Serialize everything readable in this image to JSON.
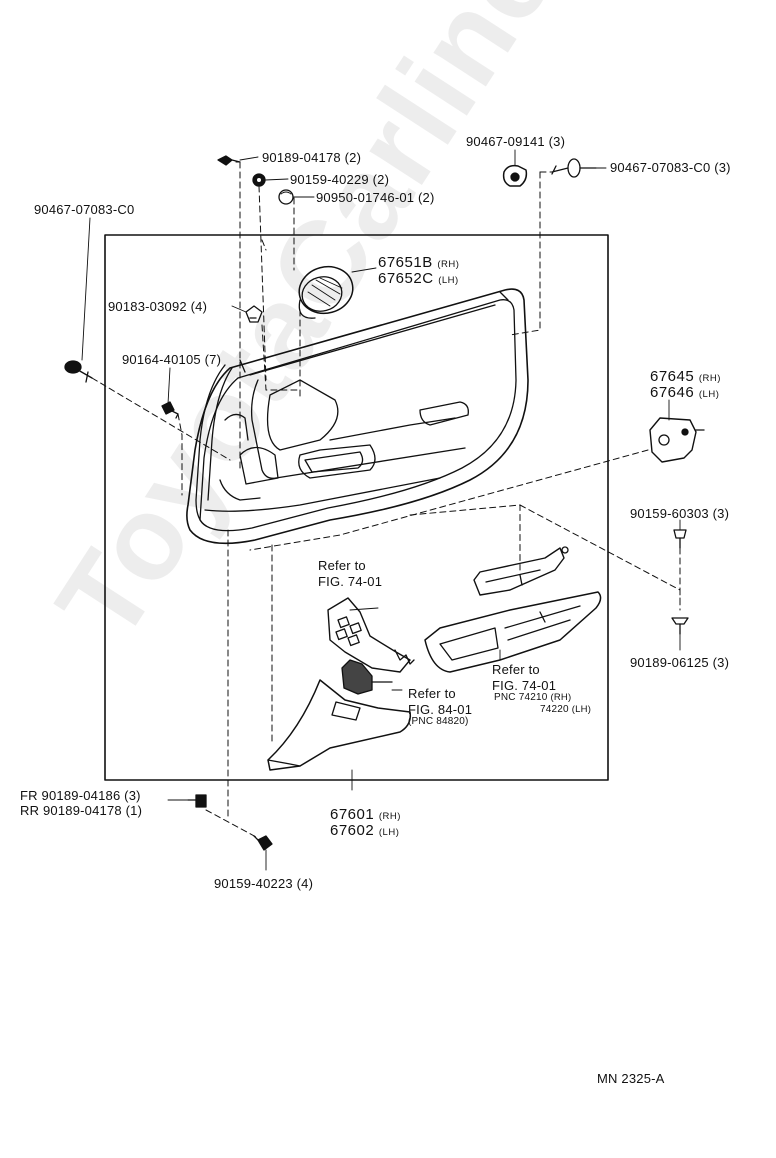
{
  "watermark": "ToyotaCarline.ru",
  "doc_code": "MN 2325-A",
  "labels": {
    "p90189_04178": "90189-04178 (2)",
    "p90159_40229": "90159-40229 (2)",
    "p90950_01746": "90950-01746-01 (2)",
    "p90467_09141": "90467-09141 (3)",
    "p90467_07083_r": "90467-07083-C0 (3)",
    "p90467_07083_l": "90467-07083-C0",
    "p67651b": "67651B",
    "p67652c": "67652C",
    "rh": "(RH)",
    "lh": "(LH)",
    "p90183_03092": "90183-03092 (4)",
    "p90164_40105": "90164-40105 (7)",
    "p67645": "67645",
    "p67646": "67646",
    "p90159_60303": "90159-60303 (3)",
    "p90189_06125": "90189-06125 (3)",
    "refer_to": "Refer to",
    "fig_74_01": "FIG. 74-01",
    "fig_84_01": "FIG. 84-01",
    "pnc_84820": "(PNC 84820)",
    "pnc_74210": "PNC 74210",
    "pnc_74220": "74220",
    "p67601": "67601",
    "p67602": "67602",
    "fr_90189_04186": "FR 90189-04186 (3)",
    "rr_90189_04178": "RR 90189-04178 (1)",
    "p90159_40223": "90159-40223 (4)"
  }
}
